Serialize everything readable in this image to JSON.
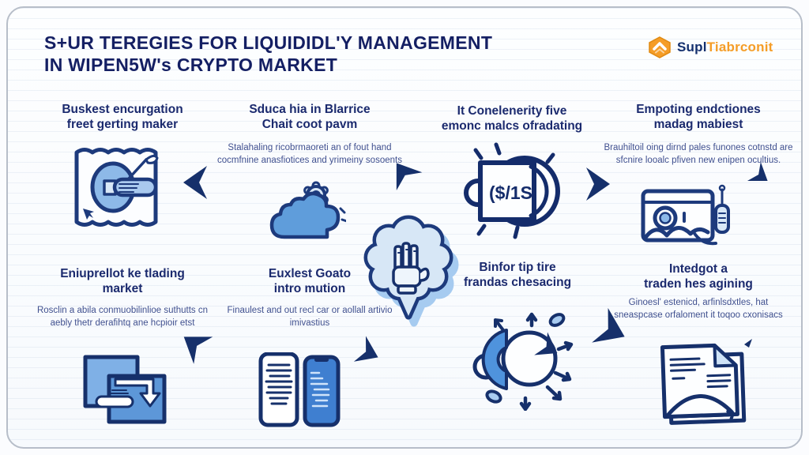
{
  "title": {
    "line1": "S+UR TEREGIES FOR LIQUIDIDL'Y MANAGEMENT",
    "line2": "IN WIPEN5W's CRYPTO MARKET"
  },
  "logo": {
    "prefix": "Supl",
    "suffix": "Tiabrconit"
  },
  "coin_label": "($/1S",
  "items": [
    {
      "icon": "dartboard-icon",
      "heading1": "Buskest encurgation",
      "heading2": "freet gerting maker",
      "body": ""
    },
    {
      "icon": "cloud-gear-icon",
      "heading1": "Sduca hia in Blarrice",
      "heading2": "Chait coot pavm",
      "body": "Stalahaling ricobrmaoreti an of fout hand cocmfnine anasfiotices and yrimeiny sosoents"
    },
    {
      "icon": "coin-icon",
      "heading1": "It Conelenerity five",
      "heading2": "emonc malcs ofradating",
      "body": ""
    },
    {
      "icon": "machine-icon",
      "heading1": "Empoting endctiones",
      "heading2": "madag mabiest",
      "body": "Brauhiltoil oing dirnd pales funones cotnstd are sfcnire looalc pfiven new enipen ocultius."
    },
    {
      "icon": "overlapping-windows-icon",
      "heading1": "Eniuprellot ke tlading",
      "heading2": "market",
      "body": "Rosclin a abila conmuobilinlioe suthutts cn aebly thetr derafihtq ane hcpioir etst"
    },
    {
      "icon": "phones-icon",
      "heading1": "Euxlest Goato",
      "heading2": "intro mution",
      "body": "Finaulest and out recl car or aollall artivio imivastius"
    },
    {
      "icon": "pie-sun-icon",
      "heading1": "Binfor tip tire",
      "heading2": "frandas chesacing",
      "body": ""
    },
    {
      "icon": "document-icon",
      "heading1": "Intedgot a",
      "heading2": "traden hes agining",
      "body": "Ginoesl' estenicd, arfinlsdxtles, hat sneaspcase orfaloment it toqoo cxonisacs"
    }
  ],
  "center_icon": "brain-hand-icon",
  "colors": {
    "navy": "#16306B",
    "heading_navy": "#1B2A6E",
    "orange": "#F59D27",
    "light_blue": "#AECBF0",
    "mid_blue": "#5D97D8"
  }
}
